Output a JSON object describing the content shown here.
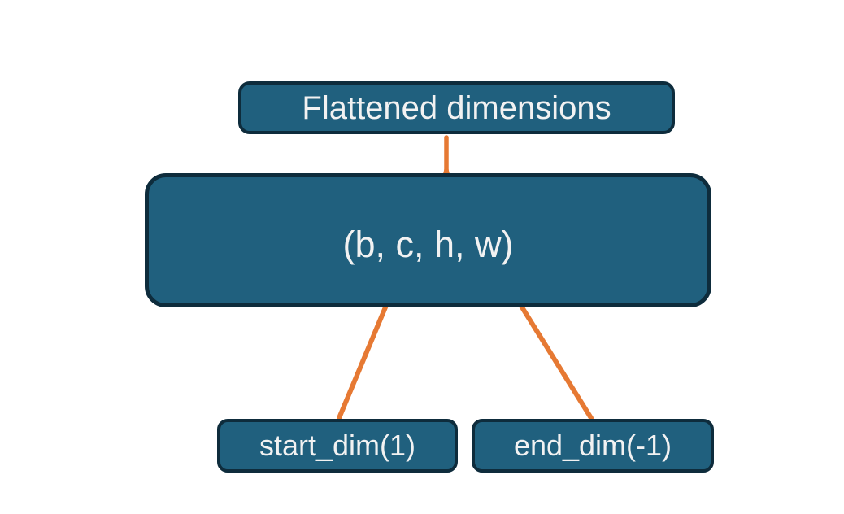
{
  "nodes": {
    "flattened": {
      "label": "Flattened dimensions"
    },
    "tensor": {
      "label": "(b, c, h, w)"
    },
    "start_dim": {
      "label": "start_dim(1)"
    },
    "end_dim": {
      "label": "end_dim(-1)"
    }
  },
  "connectors": {
    "brace": "brace spanning c-h-w segment of tensor, pointing up to Flattened dimensions",
    "arrow_start": "arrow from start_dim(1) to dimension c",
    "arrow_end": "arrow from end_dim(-1) to dimension w"
  },
  "colors": {
    "node-fill": "#20607E",
    "node-border": "#0E2C3C",
    "accent": "#E67933",
    "text": "#F2F2F2",
    "background": "#FFFFFF"
  }
}
